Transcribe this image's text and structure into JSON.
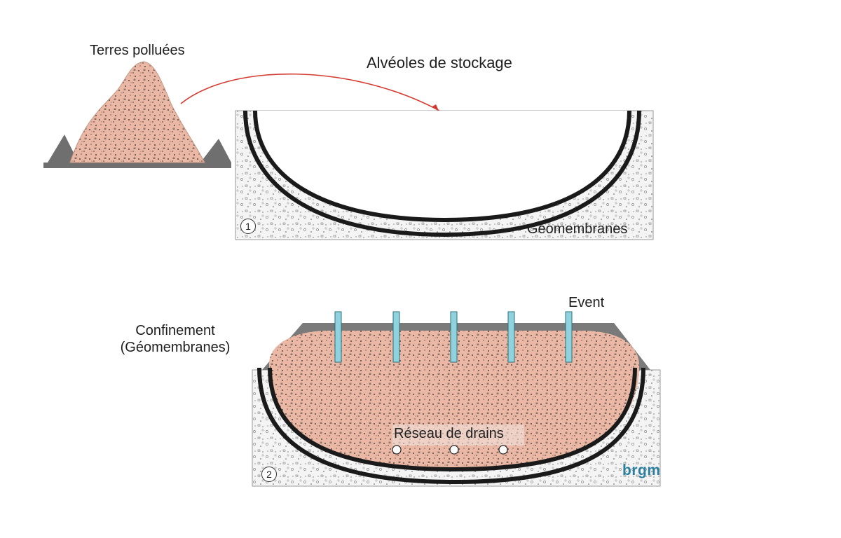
{
  "labels": {
    "terres_polluees": "Terres polluées",
    "alveoles_de_stockage": "Alvéoles de stockage",
    "geomembranes": "Géomembranes",
    "event": "Event",
    "confinement_line1": "Confinement",
    "confinement_line2": "(Géomembranes)",
    "reseau_de_drains": "Réseau de drains",
    "step1": "1",
    "step2": "2",
    "logo": "brgm"
  },
  "colors": {
    "soil": "#eab8a4",
    "liner": "#1a1a1a",
    "gravel_bg": "#f2f2f2",
    "vent": "#8fd3df",
    "cap": "#7a7a7a",
    "arrow": "#d43a2f",
    "logo": "#2a7fa0"
  },
  "vent_count": 5,
  "drain_count": 3
}
